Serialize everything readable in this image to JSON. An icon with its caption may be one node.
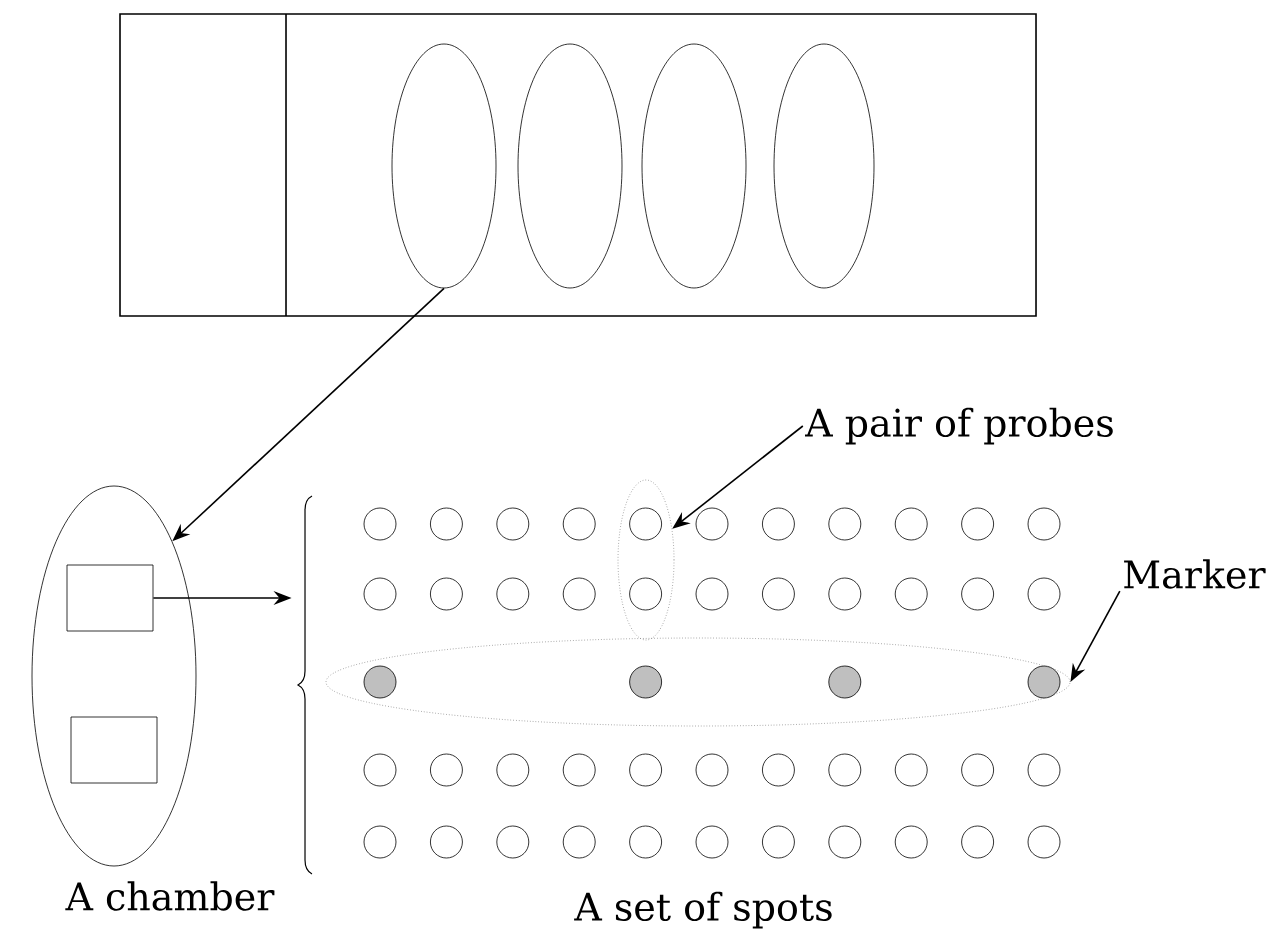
{
  "diagram": {
    "nodes": [
      {
        "text": [],
        "shape": "box"
      },
      {
        "text": [],
        "shape": "ellipse",
        "in": 0
      },
      {
        "text": [],
        "shape": "ellipse",
        "in": 0
      },
      {
        "text": [],
        "shape": "ellipse",
        "in": 0
      },
      {
        "text": [],
        "shape": "ellipse",
        "in": 0
      },
      {
        "text": [
          "A chamber"
        ]
      },
      {
        "text": [],
        "shape": "box",
        "in": 5
      },
      {
        "text": [],
        "shape": "box",
        "in": 5
      },
      {
        "text": [
          "A set of spots"
        ]
      },
      {
        "text": [],
        "shape": "ellipse",
        "in": 8
      },
      {
        "text": [],
        "shape": "ellipse",
        "in": 8
      },
      {
        "text": [
          "A pair of probes"
        ]
      },
      {
        "text": [
          "Marker"
        ]
      }
    ],
    "edges": [
      {
        "from": 1,
        "to": 5,
        "arrow": "to"
      },
      {
        "from": 6,
        "to": 8,
        "arrow": "to"
      },
      {
        "from": 11,
        "to": 9,
        "arrow": "to"
      },
      {
        "from": 12,
        "to": 10,
        "arrow": "to"
      }
    ]
  }
}
